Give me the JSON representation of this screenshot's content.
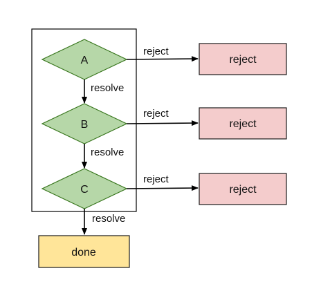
{
  "diagram": {
    "colors": {
      "decision_fill": "#b6d7a8",
      "decision_stroke": "#38761d",
      "reject_fill": "#f4cccc",
      "reject_stroke": "#1a1a1a",
      "done_fill": "#ffe599",
      "done_stroke": "#1a1a1a",
      "edge": "#000000"
    },
    "decisions": [
      {
        "label": "A"
      },
      {
        "label": "B"
      },
      {
        "label": "C"
      }
    ],
    "rejects": [
      {
        "label": "reject",
        "edge_label": "reject"
      },
      {
        "label": "reject",
        "edge_label": "reject"
      },
      {
        "label": "reject",
        "edge_label": "reject"
      }
    ],
    "resolve_labels": [
      "resolve",
      "resolve",
      "resolve"
    ],
    "done": {
      "label": "done"
    }
  }
}
